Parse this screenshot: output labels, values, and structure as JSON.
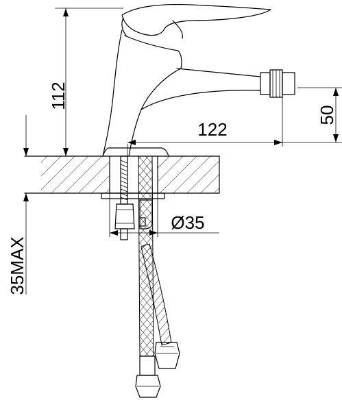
{
  "dimensions": {
    "height_total": "112",
    "spout_reach": "122",
    "outlet_height": "50",
    "hole_diameter": "Ø35",
    "max_thickness": "35MAX"
  },
  "colors": {
    "line": "#000000",
    "background": "#ffffff"
  }
}
